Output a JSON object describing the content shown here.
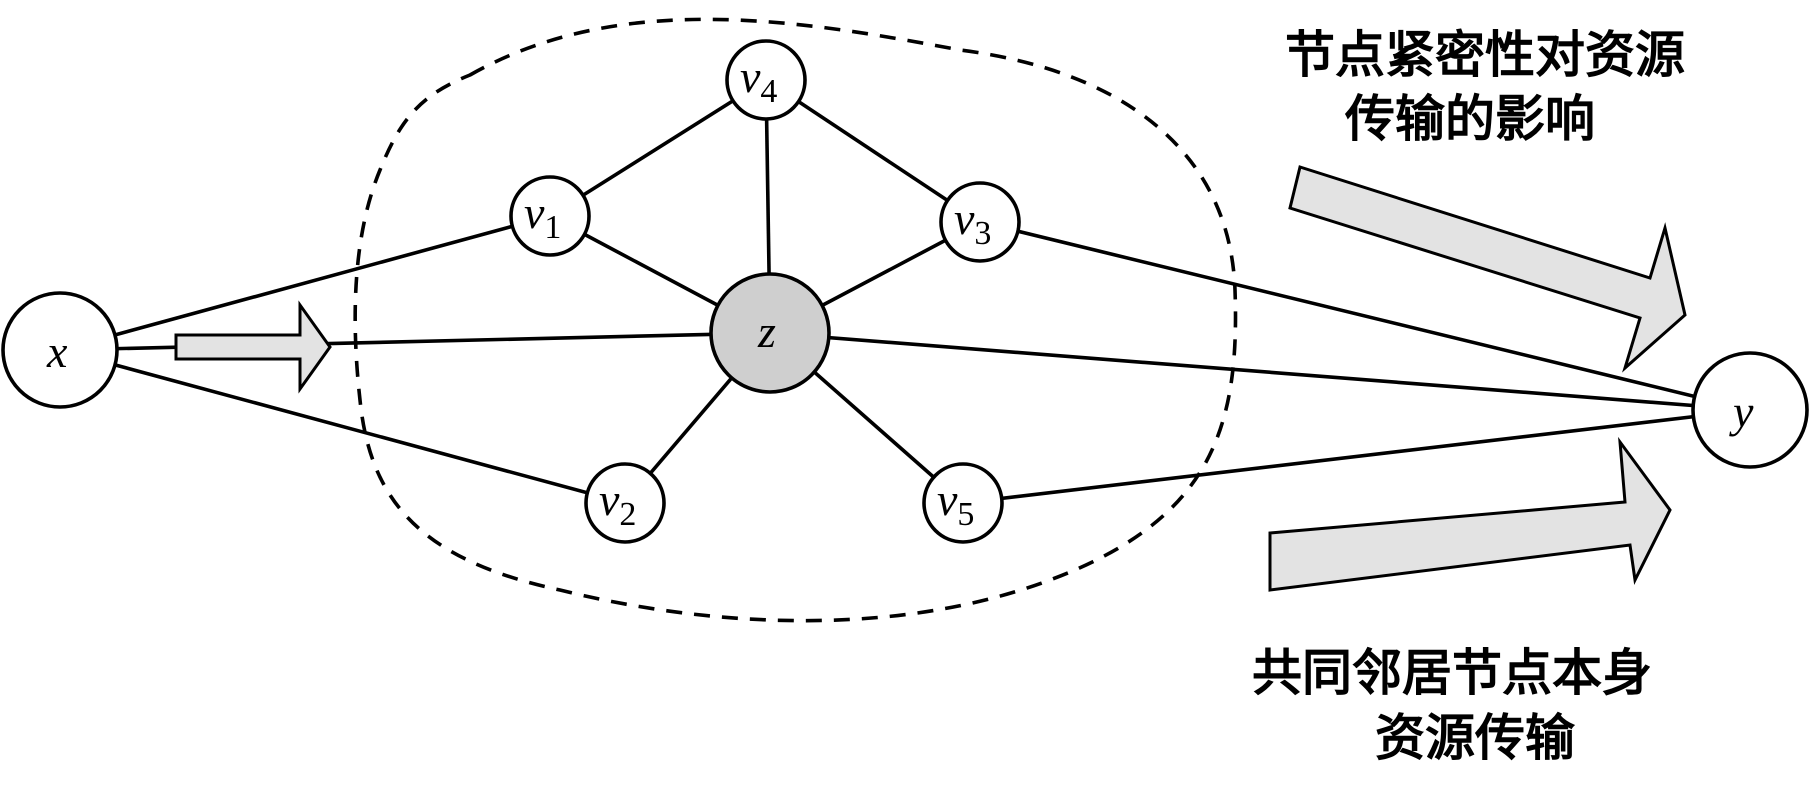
{
  "nodes": {
    "x": {
      "label": "x"
    },
    "y": {
      "label": "y"
    },
    "z": {
      "label": "z"
    },
    "v1": {
      "label": "v",
      "sub": "1"
    },
    "v2": {
      "label": "v",
      "sub": "2"
    },
    "v3": {
      "label": "v",
      "sub": "3"
    },
    "v4": {
      "label": "v",
      "sub": "4"
    },
    "v5": {
      "label": "v",
      "sub": "5"
    }
  },
  "captions": {
    "top_line1": "节点紧密性对资源",
    "top_line2": "传输的影响",
    "bottom_line1": "共同邻居节点本身",
    "bottom_line2": "资源传输"
  },
  "colors": {
    "hub_fill": "#cfcfcf",
    "arrow_fill": "#e3e3e3"
  }
}
